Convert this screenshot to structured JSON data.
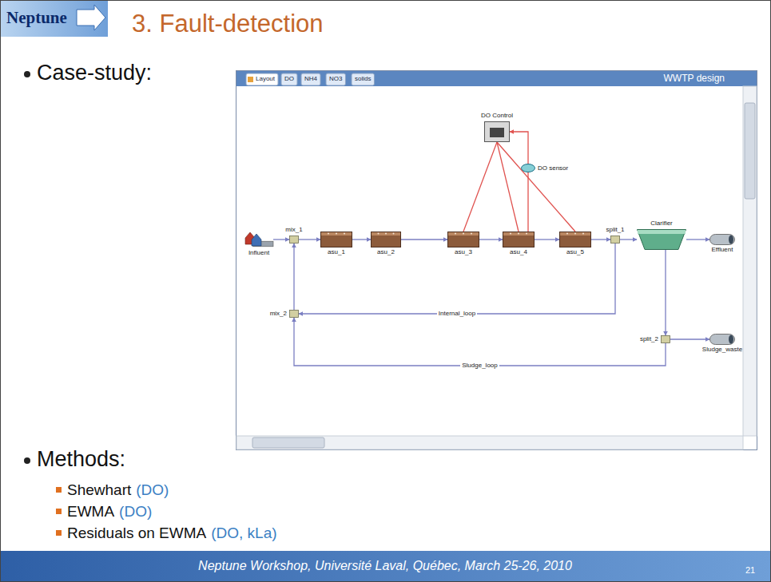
{
  "diagram": {
    "title": "3. Fault-detection",
    "nodes": [
      {
        "text": [
          "WWTP design"
        ]
      },
      {
        "text": [
          "Influent"
        ],
        "in": 0
      },
      {
        "text": [
          "mix_1"
        ],
        "in": 0
      },
      {
        "text": [
          "asu_1"
        ],
        "in": 0
      },
      {
        "text": [
          "asu_2"
        ],
        "in": 0
      },
      {
        "text": [
          "asu_3"
        ],
        "in": 0
      },
      {
        "text": [
          "asu_4"
        ],
        "in": 0
      },
      {
        "text": [
          "asu_5"
        ],
        "in": 0
      },
      {
        "text": [
          "split_1"
        ],
        "in": 0
      },
      {
        "text": [
          "Clarifier"
        ],
        "in": 0
      },
      {
        "text": [
          "Effluent"
        ],
        "in": 0
      },
      {
        "text": [
          "mix_2"
        ],
        "in": 0
      },
      {
        "text": [
          "split_2"
        ],
        "in": 0
      },
      {
        "text": [
          "Sludge_waste"
        ],
        "in": 0
      },
      {
        "text": [
          "DO Control"
        ],
        "in": 0
      },
      {
        "text": [
          "DO sensor"
        ],
        "in": 0
      }
    ],
    "edges": [
      {
        "from": 1,
        "to": 2,
        "arrow": "to"
      },
      {
        "from": 2,
        "to": 3,
        "arrow": "to"
      },
      {
        "from": 3,
        "to": 4,
        "arrow": "to"
      },
      {
        "from": 4,
        "to": 5,
        "arrow": "to"
      },
      {
        "from": 5,
        "to": 6,
        "arrow": "to"
      },
      {
        "from": 6,
        "to": 7,
        "arrow": "to"
      },
      {
        "from": 7,
        "to": 8,
        "arrow": "to"
      },
      {
        "from": 8,
        "to": 9,
        "arrow": "to"
      },
      {
        "from": 9,
        "to": 10,
        "arrow": "to"
      },
      {
        "from": 8,
        "to": 11,
        "label": "Internal_loop",
        "arrow": "to"
      },
      {
        "from": 9,
        "to": 12,
        "arrow": "to"
      },
      {
        "from": 12,
        "to": 13,
        "arrow": "to"
      },
      {
        "from": 12,
        "to": 11,
        "label": "Sludge_loop",
        "arrow": "to"
      },
      {
        "from": 11,
        "to": 2,
        "arrow": "to"
      },
      {
        "from": 14,
        "to": 5,
        "arrow": "none"
      },
      {
        "from": 14,
        "to": 6,
        "arrow": "none"
      },
      {
        "from": 14,
        "to": 7,
        "arrow": "none"
      },
      {
        "from": 6,
        "to": 14,
        "arrow": "to"
      }
    ],
    "labels": [
      "Neptune",
      "Case-study:",
      "Layout",
      "DO",
      "NH4",
      "NO3",
      "solids",
      "Methods:",
      "Shewhart",
      "(DO)",
      "EWMA",
      "(DO)",
      "Residuals on EWMA",
      "(DO, kLa)",
      "Neptune Workshop, Université Laval, Québec, March 25-26, 2010",
      "21"
    ]
  }
}
